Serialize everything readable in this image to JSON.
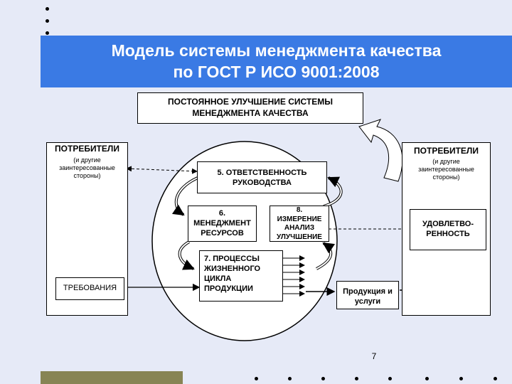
{
  "slide": {
    "title": "Модель системы менеджмента качества\nпо ГОСТ Р ИСО 9001:2008",
    "page_number": "7"
  },
  "diagram": {
    "top_box": "ПОСТОЯННОЕ УЛУЧШЕНИЕ СИСТЕМЫ\nМЕНЕДЖМЕНТА КАЧЕСТВА",
    "left_panel": {
      "heading": "ПОТРЕБИТЕЛИ",
      "sub": "(и другие\nзаинтересованные\nстороны)",
      "requirements": "ТРЕБОВАНИЯ"
    },
    "right_panel": {
      "heading": "ПОТРЕБИТЕЛИ",
      "sub": "(и другие\nзаинтересованные\nстороны)",
      "satisfaction": "УДОВЛЕТВО-\nРЕННОСТЬ"
    },
    "process_5": "5. ОТВЕТСТВЕННОСТЬ\nРУКОВОДСТВА",
    "process_6": "6.\nМЕНЕДЖМЕНТ\nРЕСУРСОВ",
    "process_7": "7. ПРОЦЕССЫ\nЖИЗНЕННОГО\nЦИКЛА\nПРОДУКЦИИ",
    "process_8": "8.\nИЗМЕРЕНИЕ\nАНАЛИЗ\nУЛУЧШЕНИЕ",
    "output_label": "Продукция и\nуслуги"
  },
  "colors": {
    "title_bar": "#3a7ae4",
    "background": "#e6eaf7",
    "footer_bar": "#878454"
  }
}
